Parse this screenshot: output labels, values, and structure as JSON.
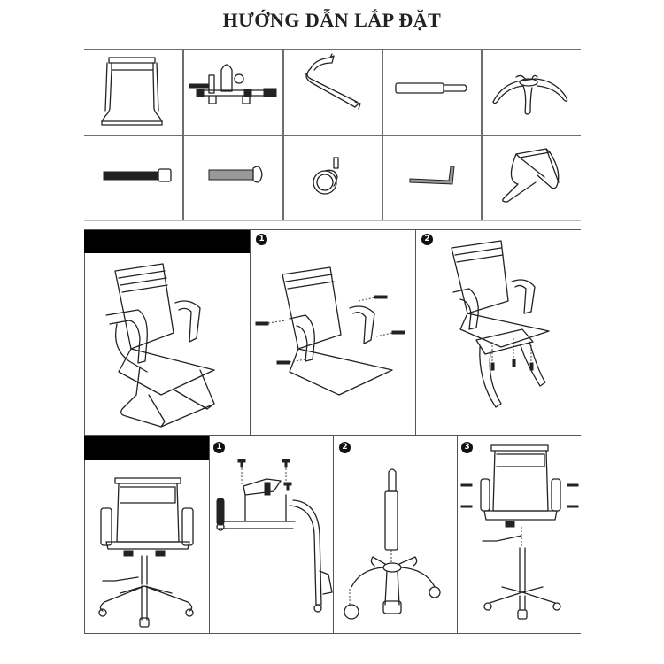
{
  "page": {
    "title": "HƯỚNG DẪN LẮP ĐẶT"
  },
  "parts": {
    "row1": [
      {
        "icon": "backrest-frame-icon"
      },
      {
        "icon": "tilt-mechanism-icon"
      },
      {
        "icon": "armrest-icon"
      },
      {
        "icon": "gas-lift-cylinder-icon"
      },
      {
        "icon": "star-base-icon"
      }
    ],
    "row2": [
      {
        "icon": "long-bolt-icon"
      },
      {
        "icon": "short-bolt-icon"
      },
      {
        "icon": "caster-wheel-icon"
      },
      {
        "icon": "allen-key-icon"
      },
      {
        "icon": "sled-base-frame-icon"
      }
    ]
  },
  "section1": {
    "header_label": "",
    "panels": [
      {
        "step": "",
        "icon": "assembled-visitor-chair-icon"
      },
      {
        "step": "1",
        "icon": "attach-armrests-step-icon"
      },
      {
        "step": "2",
        "icon": "attach-sled-base-step-icon"
      }
    ]
  },
  "section2": {
    "header_label": "",
    "panels": [
      {
        "step": "",
        "icon": "assembled-office-chair-icon"
      },
      {
        "step": "1",
        "icon": "attach-mechanism-step-icon"
      },
      {
        "step": "2",
        "icon": "insert-gas-lift-and-casters-step-icon"
      },
      {
        "step": "3",
        "icon": "attach-seat-and-armrests-step-icon"
      }
    ]
  },
  "colors": {
    "line": "#6e6e6e",
    "header_bar": "#000000",
    "badge": "#111111"
  }
}
